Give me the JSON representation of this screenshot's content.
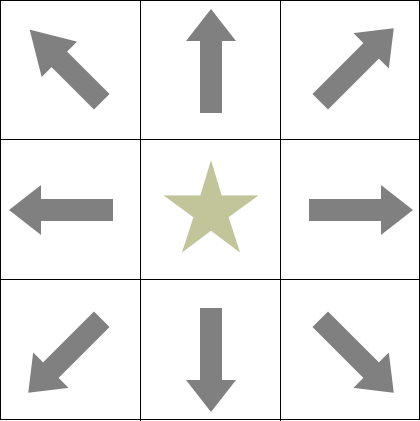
{
  "pad": {
    "arrow_color": "#808080",
    "star_color": "#c2c59a",
    "grid_color": "#000000",
    "background": "#ffffff",
    "buttons": [
      {
        "id": "up-left",
        "icon": "arrow-up-left-icon"
      },
      {
        "id": "up",
        "icon": "arrow-up-icon"
      },
      {
        "id": "up-right",
        "icon": "arrow-up-right-icon"
      },
      {
        "id": "left",
        "icon": "arrow-left-icon"
      },
      {
        "id": "center",
        "icon": "star-icon"
      },
      {
        "id": "right",
        "icon": "arrow-right-icon"
      },
      {
        "id": "down-left",
        "icon": "arrow-down-left-icon"
      },
      {
        "id": "down",
        "icon": "arrow-down-icon"
      },
      {
        "id": "down-right",
        "icon": "arrow-down-right-icon"
      }
    ]
  }
}
